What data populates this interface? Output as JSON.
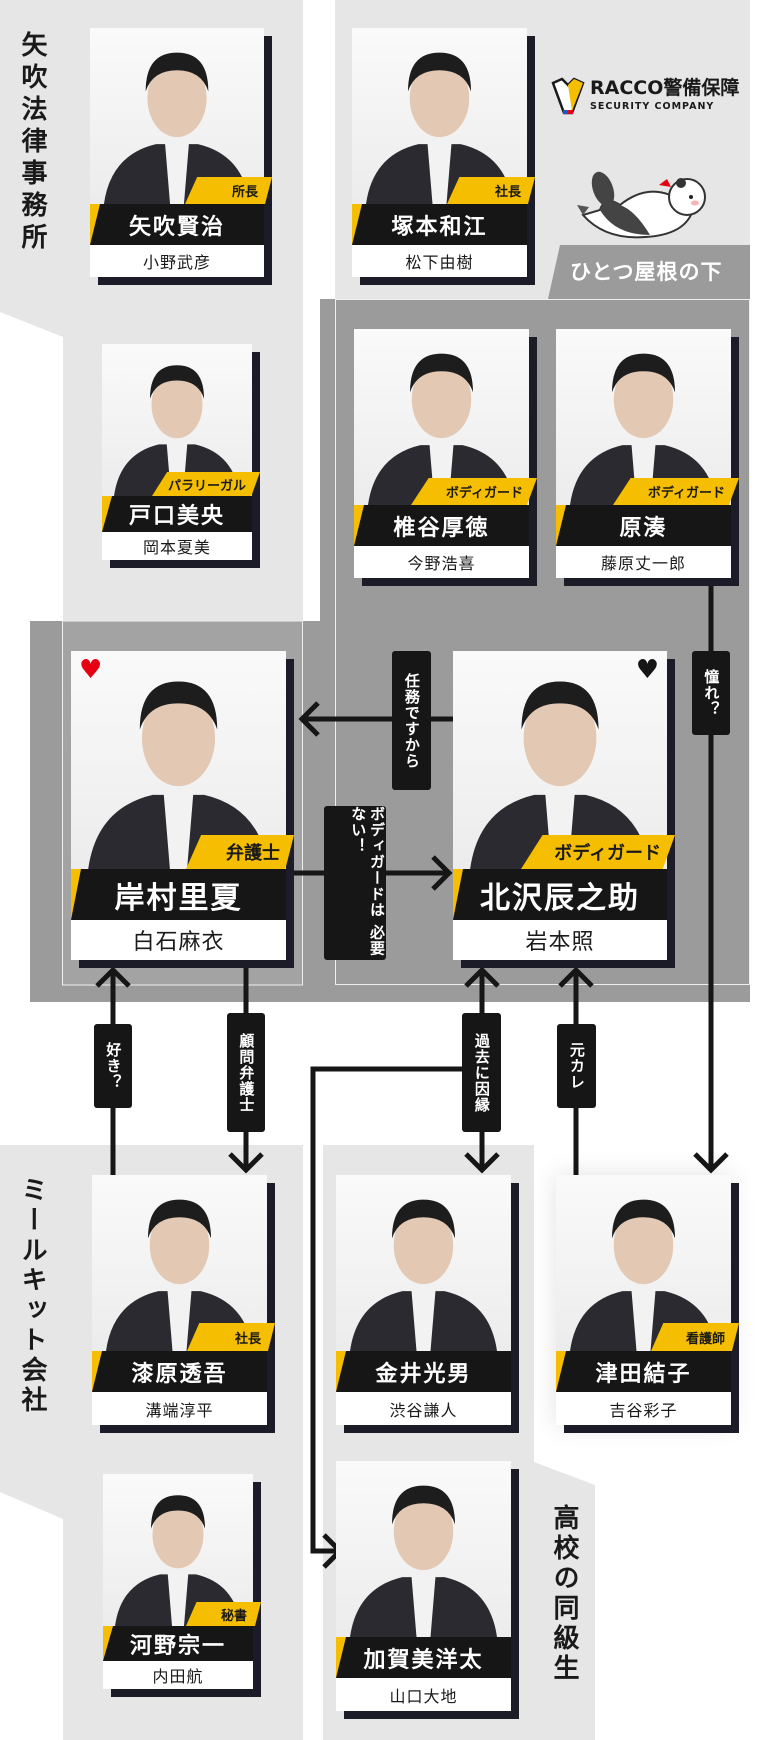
{
  "groups": {
    "law_firm": "矢吹法律事務所",
    "same_roof": "ひとつ屋根の下",
    "mealkit": "ミールキット会社",
    "classmates": "高校の同級生"
  },
  "logo": {
    "brand": "RACCO",
    "kanji": "警備保障",
    "sub": "SECURITY COMPANY"
  },
  "characters": [
    {
      "name": "矢吹賢治",
      "actor": "小野武彦",
      "role": "所長"
    },
    {
      "name": "塚本和江",
      "actor": "松下由樹",
      "role": "社長"
    },
    {
      "name": "戸口美央",
      "actor": "岡本夏美",
      "role": "パラリーガル"
    },
    {
      "name": "椎谷厚徳",
      "actor": "今野浩喜",
      "role": "ボディガード"
    },
    {
      "name": "原湊",
      "actor": "藤原丈一郎",
      "role": "ボディガード"
    },
    {
      "name": "岸村里夏",
      "actor": "白石麻衣",
      "role": "弁護士",
      "heart": "#e60012"
    },
    {
      "name": "北沢辰之助",
      "actor": "岩本照",
      "role": "ボディガード",
      "heart": "#161616"
    },
    {
      "name": "漆原透吾",
      "actor": "溝端淳平",
      "role": "社長"
    },
    {
      "name": "金井光男",
      "actor": "渋谷謙人",
      "role": null
    },
    {
      "name": "津田結子",
      "actor": "吉谷彩子",
      "role": "看護師"
    },
    {
      "name": "河野宗一",
      "actor": "内田航",
      "role": "秘書"
    },
    {
      "name": "加賀美洋太",
      "actor": "山口大地",
      "role": null
    }
  ],
  "relations": [
    {
      "label": "任務ですから"
    },
    {
      "label": "ボディガードは 必要ない！"
    },
    {
      "label": "憧れ？"
    },
    {
      "label": "好き？"
    },
    {
      "label": "顧問弁護士"
    },
    {
      "label": "過去に因縁"
    },
    {
      "label": "元カレ"
    }
  ],
  "colors": {
    "accent": "#f6be00",
    "dark": "#161616",
    "panel_light": "#e6e6e6",
    "panel_dark": "#9b9b9b"
  }
}
